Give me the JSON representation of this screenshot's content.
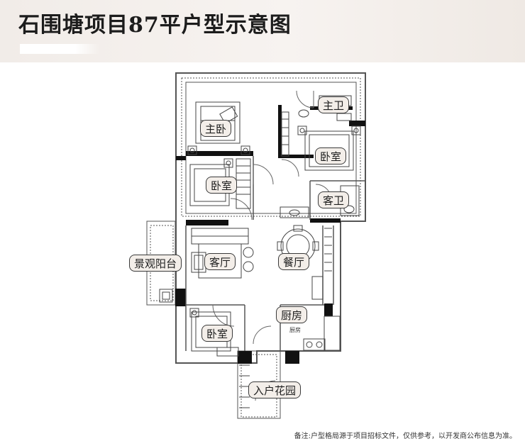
{
  "title": "石围塘项目87平户型示意图",
  "rooms": {
    "master_bath": "主卫",
    "master_bedroom": "主卧",
    "bedroom_ne": "卧室",
    "bedroom_w": "卧室",
    "guest_bath": "客卫",
    "living_room": "客厅",
    "dining_room": "餐厅",
    "view_balcony": "景观阳台",
    "kitchen": "厨房",
    "kitchen_small": "厨房",
    "bedroom_sw": "卧室",
    "entry_garden": "入户花园"
  },
  "note": "备注:户型格局源于项目招标文件，仅供参考，以开发商公布信息为准。"
}
